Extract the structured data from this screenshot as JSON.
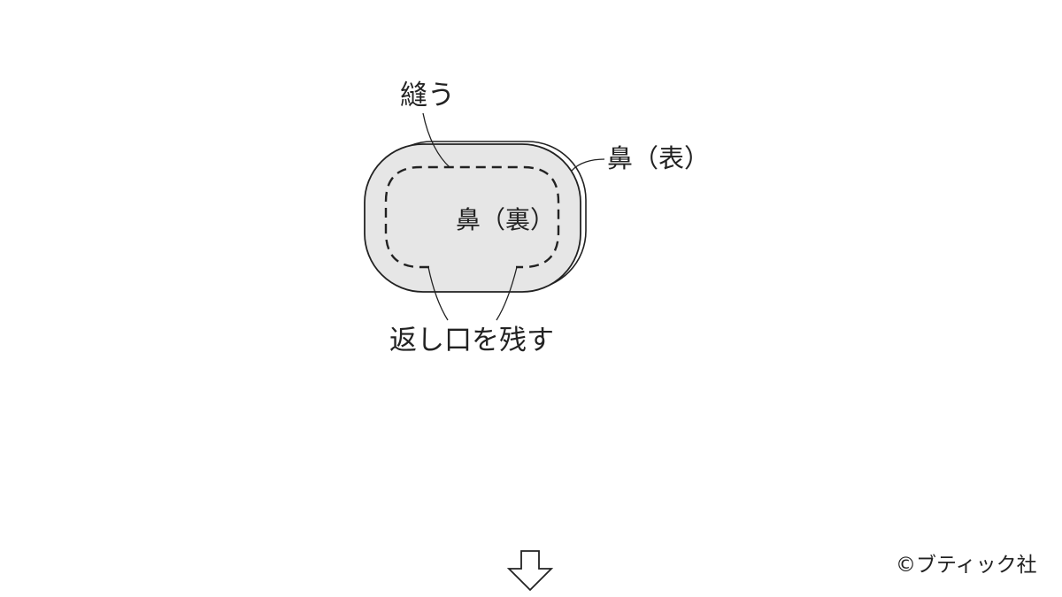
{
  "labels": {
    "sew": "縫う",
    "front": "鼻（表）",
    "back": "鼻（裏）",
    "return_opening": "返し口を残す",
    "copyright": "©ブティック社"
  },
  "colors": {
    "background": "#ffffff",
    "fabric_fill": "#e6e6e6",
    "line": "#222222"
  }
}
